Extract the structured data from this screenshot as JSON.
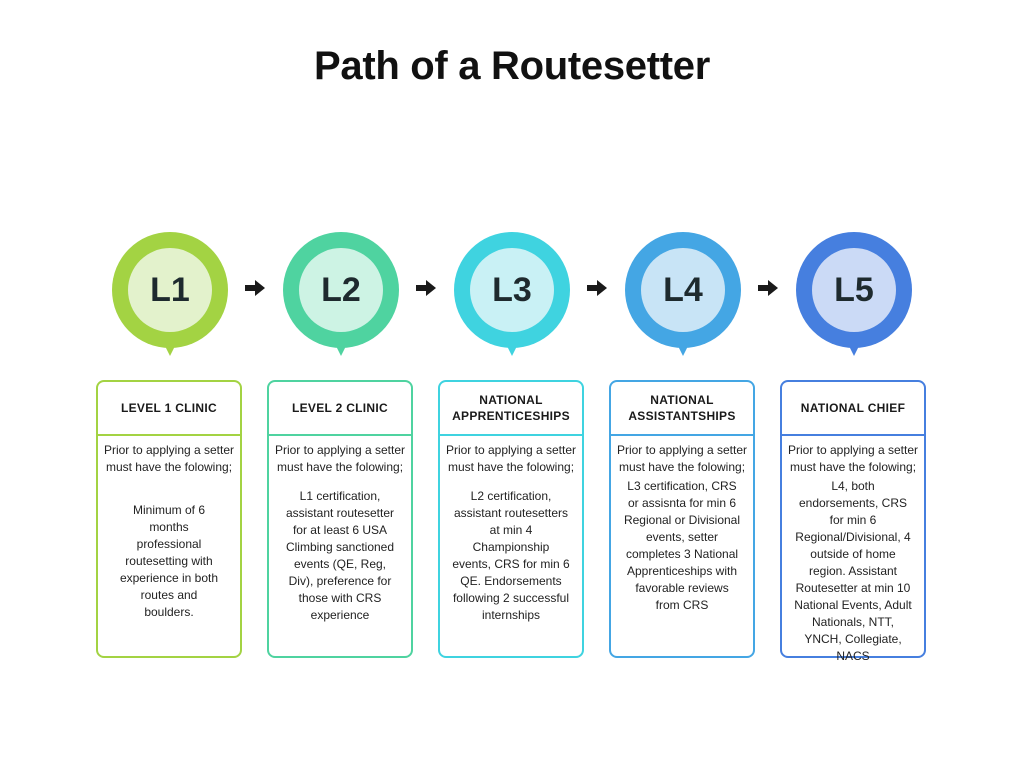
{
  "title": "Path of a Routesetter",
  "levels": [
    {
      "badge": "L1",
      "heading": "LEVEL 1 CLINIC",
      "intro": "Prior to applying a setter must have the folowing;",
      "requirements": "Minimum of 6 months professional routesetting with experience in both routes and boulders.",
      "colors": {
        "outer": "#a3d343",
        "inner": "#e3f2cc",
        "border": "#a3d343"
      }
    },
    {
      "badge": "L2",
      "heading": "LEVEL 2 CLINIC",
      "intro": "Prior to applying a setter must have the folowing;",
      "requirements": "L1 certification, assistant routesetter for at least 6 USA Climbing sanctioned events (QE, Reg, Div), preference for those with CRS experience",
      "colors": {
        "outer": "#4fd3a0",
        "inner": "#cdf3e4",
        "border": "#4fd3a0"
      }
    },
    {
      "badge": "L3",
      "heading": "NATIONAL APPRENTICESHIPS",
      "intro": "Prior to applying a setter must have the folowing;",
      "requirements": "L2 certification, assistant routesetters at min 4 Championship events, CRS for min 6 QE. Endorsements following 2 successful internships",
      "colors": {
        "outer": "#3fd3e0",
        "inner": "#c9f1f5",
        "border": "#3fd3e0"
      }
    },
    {
      "badge": "L4",
      "heading": "NATIONAL ASSISTANTSHIPS",
      "intro": "Prior to applying a setter must have the folowing;",
      "requirements": "L3 certification, CRS or assisnta for min 6 Regional or Divisional events, setter completes 3 National Apprenticeships with favorable reviews from CRS",
      "colors": {
        "outer": "#44a6e4",
        "inner": "#c8e4f6",
        "border": "#44a6e4"
      }
    },
    {
      "badge": "L5",
      "heading": "NATIONAL CHIEF",
      "intro": "Prior to applying a setter must have the folowing;",
      "requirements": "L4, both endorsements, CRS for min 6 Regional/Divisional, 4 outside of home region.  Assistant Routesetter at min 10 National Events, Adult Nationals, NTT, YNCH, Collegiate, NACS",
      "colors": {
        "outer": "#467fdf",
        "inner": "#cbdaf6",
        "border": "#467fdf"
      }
    }
  ],
  "arrow_icon": "right-arrow-icon",
  "arrow_color": "#1a1a1a"
}
